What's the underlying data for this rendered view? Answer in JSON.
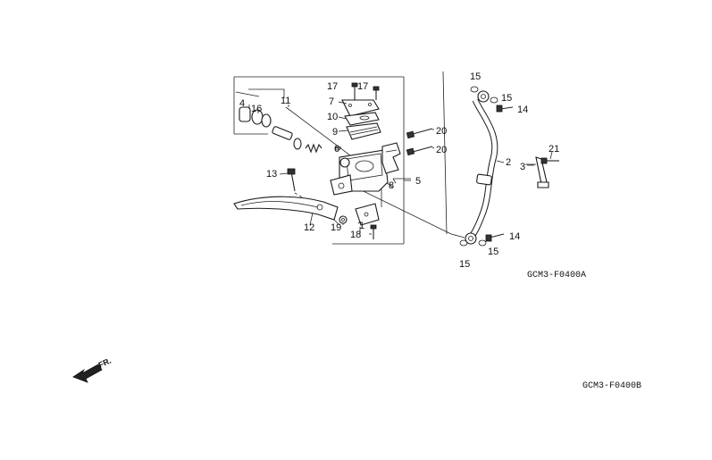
{
  "diagram": {
    "code_top": "GCM3-F0400A",
    "code_bottom": "GCM3-F0400B",
    "fr_label": "FR.",
    "callouts": {
      "c1": "1",
      "c2": "2",
      "c3": "3",
      "c4": "4",
      "c5": "5",
      "c6": "6",
      "c7": "7",
      "c8": "8",
      "c9": "9",
      "c10": "10",
      "c11": "11",
      "c12": "12",
      "c13": "13",
      "c14a": "14",
      "c14b": "14",
      "c15a": "15",
      "c15b": "15",
      "c15c": "15",
      "c15d": "15",
      "c16": "16",
      "c17a": "17",
      "c17b": "17",
      "c18": "18",
      "c19": "19",
      "c20a": "20",
      "c20b": "20",
      "c21": "21"
    }
  }
}
